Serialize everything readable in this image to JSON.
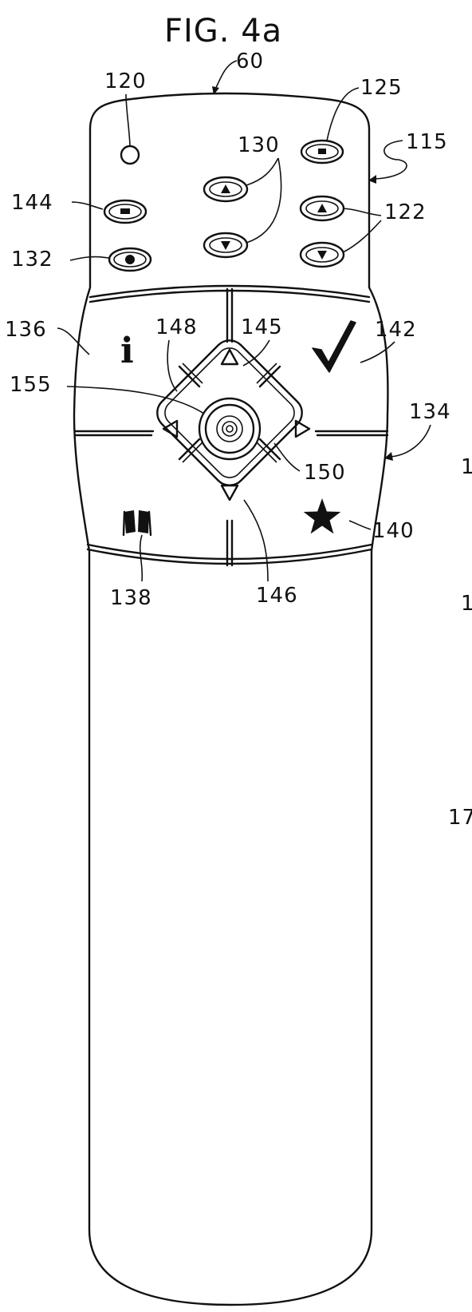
{
  "figure": {
    "title": "FIG. 4a"
  },
  "labels": {
    "remote": "60",
    "led": "120",
    "btn_125": "125",
    "btn_130": "130",
    "panel": "115",
    "btn_144": "144",
    "btn_122": "122",
    "btn_132": "132",
    "info_key": "136",
    "nav_148": "148",
    "nav_up": "145",
    "check_key": "142",
    "select_center": "155",
    "nav_cluster": "134",
    "nav_150": "150",
    "guide_key": "138",
    "nav_down": "146",
    "fav_key": "140",
    "cut_1": "1",
    "cut_2": "1",
    "cut_3": "17"
  },
  "icons": {
    "info_glyph": "i",
    "check_glyph": "✓",
    "star_glyph": "★"
  }
}
